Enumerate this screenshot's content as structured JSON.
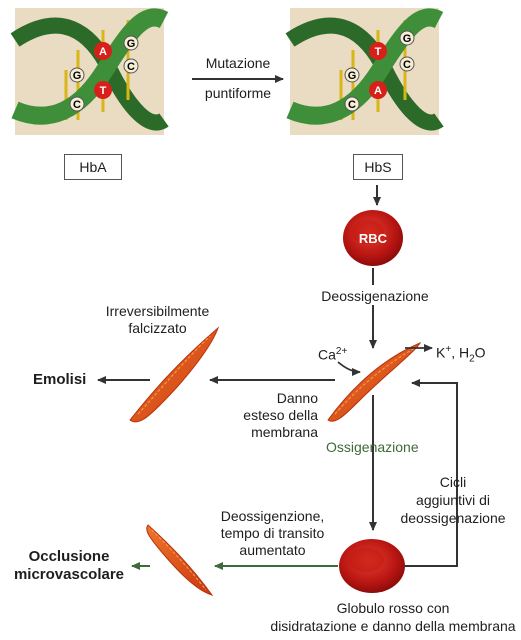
{
  "dna_left": {
    "pairs": [
      {
        "left": "G",
        "right": ""
      },
      {
        "left": "A",
        "right": "C"
      },
      {
        "left": "G",
        "right": "T"
      },
      {
        "left": "C",
        "right": ""
      }
    ],
    "label": "HbA"
  },
  "dna_right": {
    "label": "HbS"
  },
  "mutation": {
    "line1": "Mutazione",
    "line2": "puntiforme"
  },
  "rbc_label": "RBC",
  "deoxygenation": "Deossigenazione",
  "ca": {
    "base": "Ca",
    "sup": "2+"
  },
  "k": {
    "k": "K",
    "kplus": "+",
    "h2o": ", H",
    "sub": "2",
    "o": "O"
  },
  "irreversible": {
    "line1": "Irreversibilmente",
    "line2": "falcizzato"
  },
  "emolisi": "Emolisi",
  "danno": {
    "line1": "Danno",
    "line2": "esteso della",
    "line3": "membrana"
  },
  "ossigenazione": "Ossigenazione",
  "cicli": {
    "line1": "Cicli",
    "line2": "aggiuntivi di",
    "line3": "deossigenazione"
  },
  "deossigenzione": {
    "line1": "Deossigenzione,",
    "line2": "tempo di transito",
    "line3": "aumentato"
  },
  "occlusione": {
    "line1": "Occlusione",
    "line2": "microvascolare"
  },
  "globulo": {
    "line1": "Globulo rosso con",
    "line2": "disidratazione e danno della membrana"
  },
  "colors": {
    "helix": "#3f8f3a",
    "helix_dark": "#2c6a2a",
    "panel": "#eadcc2",
    "rod": "#d9b515",
    "red": "#d8201a",
    "sickle": "#e2581b",
    "arrow": "#333333"
  }
}
